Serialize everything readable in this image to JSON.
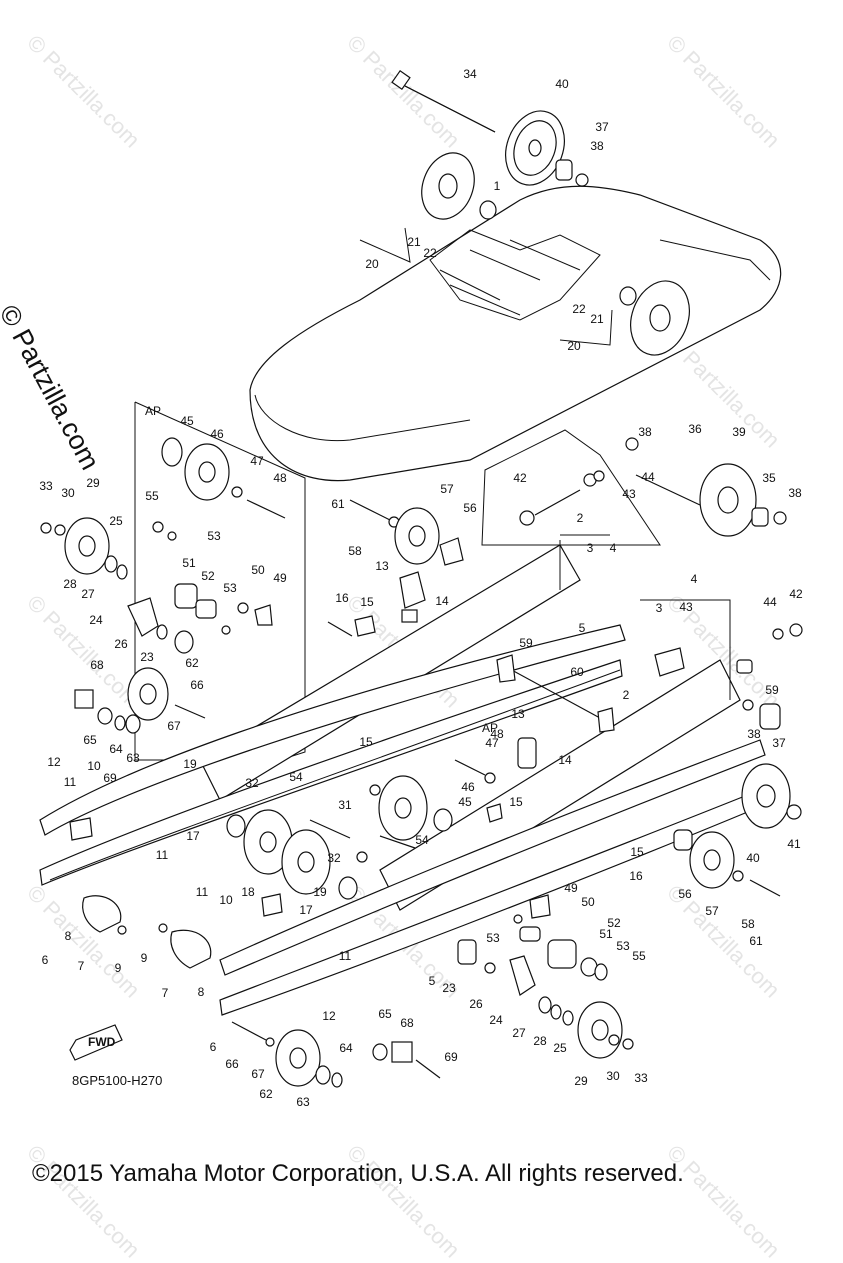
{
  "watermarks": [
    "© Partzilla.com"
  ],
  "side_watermark": "© Partzilla.com",
  "diagram_code": "8GP5100-H270",
  "copyright": "©2015 Yamaha Motor Corporation, U.S.A. All rights reserved.",
  "fwd_label": "FWD",
  "ap_label": "AP",
  "callouts": [
    {
      "n": "34"
    },
    {
      "n": "40"
    },
    {
      "n": "37"
    },
    {
      "n": "38"
    },
    {
      "n": "1"
    },
    {
      "n": "21"
    },
    {
      "n": "22"
    },
    {
      "n": "20"
    },
    {
      "n": "22"
    },
    {
      "n": "21"
    },
    {
      "n": "20"
    },
    {
      "n": "45"
    },
    {
      "n": "46"
    },
    {
      "n": "47"
    },
    {
      "n": "48"
    },
    {
      "n": "38"
    },
    {
      "n": "36"
    },
    {
      "n": "39"
    },
    {
      "n": "42"
    },
    {
      "n": "44"
    },
    {
      "n": "43"
    },
    {
      "n": "35"
    },
    {
      "n": "38"
    },
    {
      "n": "33"
    },
    {
      "n": "30"
    },
    {
      "n": "29"
    },
    {
      "n": "25"
    },
    {
      "n": "28"
    },
    {
      "n": "27"
    },
    {
      "n": "55"
    },
    {
      "n": "53"
    },
    {
      "n": "57"
    },
    {
      "n": "61"
    },
    {
      "n": "58"
    },
    {
      "n": "56"
    },
    {
      "n": "2"
    },
    {
      "n": "3"
    },
    {
      "n": "4"
    },
    {
      "n": "51"
    },
    {
      "n": "52"
    },
    {
      "n": "53"
    },
    {
      "n": "50"
    },
    {
      "n": "49"
    },
    {
      "n": "13"
    },
    {
      "n": "16"
    },
    {
      "n": "15"
    },
    {
      "n": "14"
    },
    {
      "n": "24"
    },
    {
      "n": "26"
    },
    {
      "n": "23"
    },
    {
      "n": "62"
    },
    {
      "n": "68"
    },
    {
      "n": "66"
    },
    {
      "n": "67"
    },
    {
      "n": "65"
    },
    {
      "n": "64"
    },
    {
      "n": "63"
    },
    {
      "n": "5"
    },
    {
      "n": "59"
    },
    {
      "n": "60"
    },
    {
      "n": "2"
    },
    {
      "n": "4"
    },
    {
      "n": "3"
    },
    {
      "n": "43"
    },
    {
      "n": "44"
    },
    {
      "n": "42"
    },
    {
      "n": "59"
    },
    {
      "n": "38"
    },
    {
      "n": "37"
    },
    {
      "n": "12"
    },
    {
      "n": "11"
    },
    {
      "n": "10"
    },
    {
      "n": "69"
    },
    {
      "n": "19"
    },
    {
      "n": "54"
    },
    {
      "n": "15"
    },
    {
      "n": "48"
    },
    {
      "n": "47"
    },
    {
      "n": "13"
    },
    {
      "n": "14"
    },
    {
      "n": "32"
    },
    {
      "n": "17"
    },
    {
      "n": "31"
    },
    {
      "n": "46"
    },
    {
      "n": "45"
    },
    {
      "n": "15"
    },
    {
      "n": "11"
    },
    {
      "n": "54"
    },
    {
      "n": "32"
    },
    {
      "n": "18"
    },
    {
      "n": "19"
    },
    {
      "n": "17"
    },
    {
      "n": "41"
    },
    {
      "n": "40"
    },
    {
      "n": "15"
    },
    {
      "n": "16"
    },
    {
      "n": "56"
    },
    {
      "n": "57"
    },
    {
      "n": "58"
    },
    {
      "n": "61"
    },
    {
      "n": "6"
    },
    {
      "n": "8"
    },
    {
      "n": "7"
    },
    {
      "n": "9"
    },
    {
      "n": "11"
    },
    {
      "n": "10"
    },
    {
      "n": "9"
    },
    {
      "n": "7"
    },
    {
      "n": "8"
    },
    {
      "n": "11"
    },
    {
      "n": "49"
    },
    {
      "n": "50"
    },
    {
      "n": "52"
    },
    {
      "n": "51"
    },
    {
      "n": "53"
    },
    {
      "n": "53"
    },
    {
      "n": "55"
    },
    {
      "n": "5"
    },
    {
      "n": "23"
    },
    {
      "n": "26"
    },
    {
      "n": "24"
    },
    {
      "n": "27"
    },
    {
      "n": "28"
    },
    {
      "n": "25"
    },
    {
      "n": "12"
    },
    {
      "n": "65"
    },
    {
      "n": "68"
    },
    {
      "n": "6"
    },
    {
      "n": "66"
    },
    {
      "n": "67"
    },
    {
      "n": "62"
    },
    {
      "n": "63"
    },
    {
      "n": "64"
    },
    {
      "n": "69"
    },
    {
      "n": "29"
    },
    {
      "n": "30"
    },
    {
      "n": "33"
    }
  ]
}
